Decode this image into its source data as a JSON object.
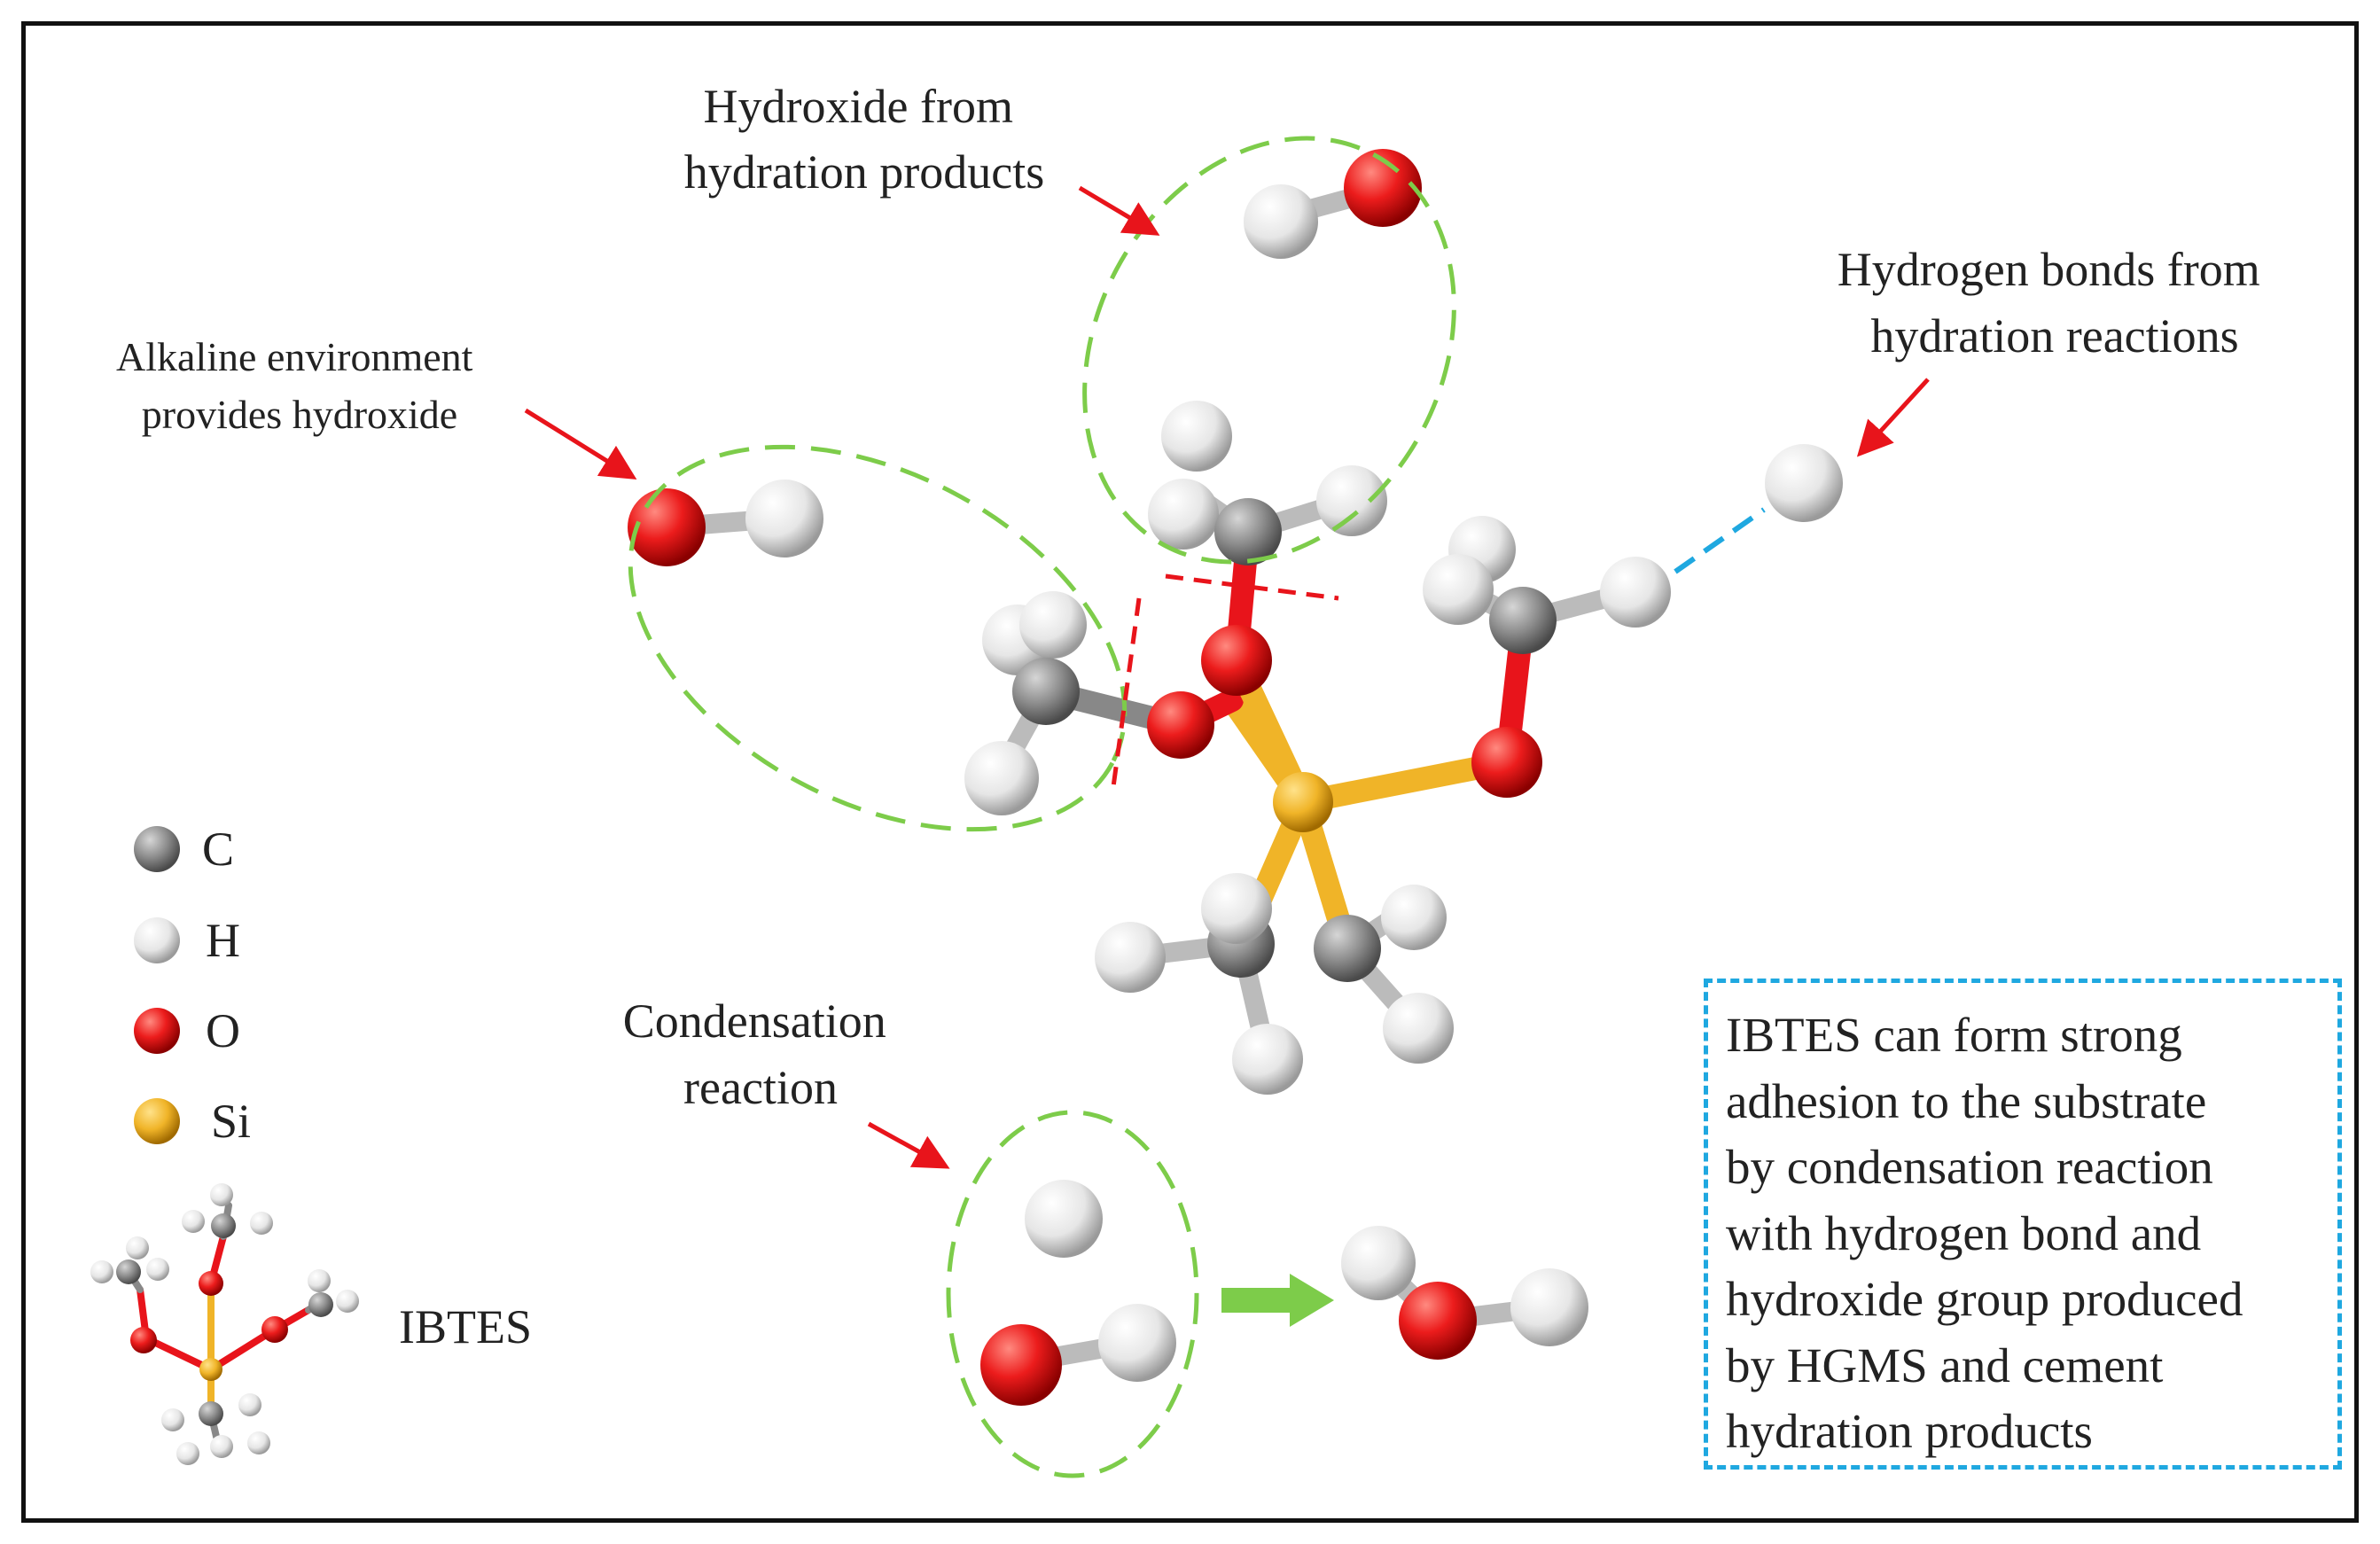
{
  "annotations": {
    "hydroxide_hydration": [
      "Hydroxide from",
      "hydration products"
    ],
    "alkaline": [
      "Alkaline environment",
      "provides hydroxide"
    ],
    "hydrogen_bonds": [
      "Hydrogen bonds from",
      "hydration reactions"
    ],
    "condensation": [
      "Condensation",
      "reaction"
    ]
  },
  "legend": {
    "items": [
      {
        "symbol": "C",
        "color": "#8a8a8a"
      },
      {
        "symbol": "H",
        "color": "#f2f2f2"
      },
      {
        "symbol": "O",
        "color": "#e8141b"
      },
      {
        "symbol": "Si",
        "color": "#f0b428"
      }
    ],
    "molecule_label": "IBTES"
  },
  "info_box": {
    "lines": [
      "IBTES can form strong",
      "adhesion to the substrate",
      "by condensation reaction",
      "with hydrogen bond and",
      "hydroxide group produced",
      "by HGMS and cement",
      "hydration products"
    ]
  },
  "colors": {
    "carbon": "#8a8a8a",
    "hydrogen": "#f2f2f2",
    "oxygen": "#e8141b",
    "silicon": "#f0b428",
    "ellipse": "#7dcc4a",
    "arrow": "#e8141b",
    "hbond": "#1fa8e0",
    "reaction_arrow": "#7dcc4a"
  }
}
